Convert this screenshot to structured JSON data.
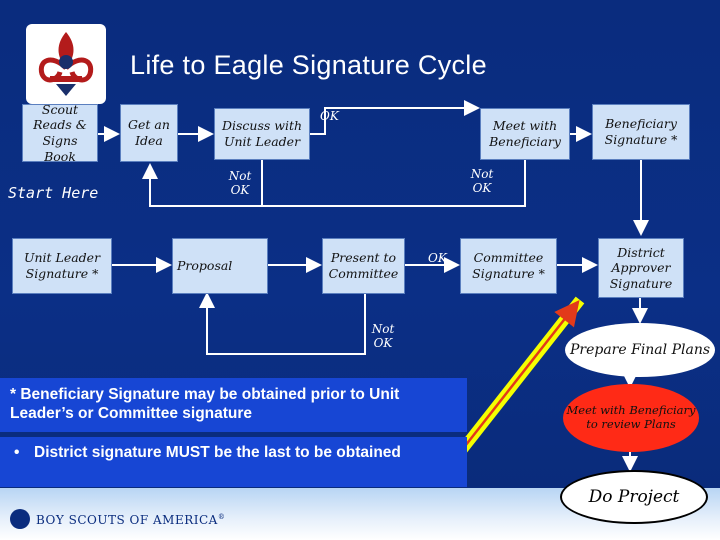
{
  "title": "Life to Eagle Signature Cycle",
  "start_here": "Start Here",
  "boxes": {
    "scout_reads": "Scout Reads & Signs Book",
    "get_idea": "Get an Idea",
    "discuss_leader": "Discuss with Unit Leader",
    "meet_beneficiary": "Meet with Beneficiary",
    "beneficiary_signature": "Beneficiary Signature *",
    "unit_leader_signature": "Unit Leader Signature *",
    "proposal": "Proposal",
    "present_committee": "Present to Committee",
    "committee_signature": "Committee Signature *",
    "district_signature": "District Approver Signature"
  },
  "labels": {
    "ok_top": "OK",
    "not_ok_left": "Not OK",
    "not_ok_right": "Not OK",
    "ok_mid": "OK",
    "not_ok_bottom": "Not OK"
  },
  "ovals": {
    "prepare_final_plans": "Prepare Final Plans",
    "meet_review": "Meet with Beneficiary to review Plans",
    "do_project": "Do Project"
  },
  "notes": {
    "beneficiary_note": "* Beneficiary Signature may be obtained prior to Unit Leader’s  or Committee signature",
    "district_note": "District signature MUST be the last to be obtained"
  },
  "footer": {
    "org_name": "BOY SCOUTS OF AMERICA",
    "reg_mark": "®"
  },
  "colors": {
    "background": "#0b2f86",
    "box_fill": "#cfe1f7",
    "note_fill": "#1746d4",
    "highlight_arrow": "#f5ff00",
    "red_oval": "#ff2a16"
  }
}
